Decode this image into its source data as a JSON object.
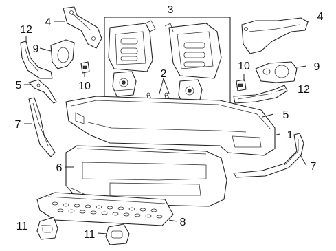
{
  "diagram": {
    "callouts": [
      {
        "id": "c1",
        "label": "1"
      },
      {
        "id": "c2",
        "label": "2"
      },
      {
        "id": "c3",
        "label": "3"
      },
      {
        "id": "c4l",
        "label": "4"
      },
      {
        "id": "c4r",
        "label": "4"
      },
      {
        "id": "c5l",
        "label": "5"
      },
      {
        "id": "c5r",
        "label": "5"
      },
      {
        "id": "c6",
        "label": "6"
      },
      {
        "id": "c7l",
        "label": "7"
      },
      {
        "id": "c7r",
        "label": "7"
      },
      {
        "id": "c8",
        "label": "8"
      },
      {
        "id": "c9l",
        "label": "9"
      },
      {
        "id": "c9r",
        "label": "9"
      },
      {
        "id": "c10l",
        "label": "10"
      },
      {
        "id": "c10r",
        "label": "10"
      },
      {
        "id": "c11l",
        "label": "11"
      },
      {
        "id": "c11r",
        "label": "11"
      },
      {
        "id": "c12l",
        "label": "12"
      },
      {
        "id": "c12r",
        "label": "12"
      }
    ]
  }
}
